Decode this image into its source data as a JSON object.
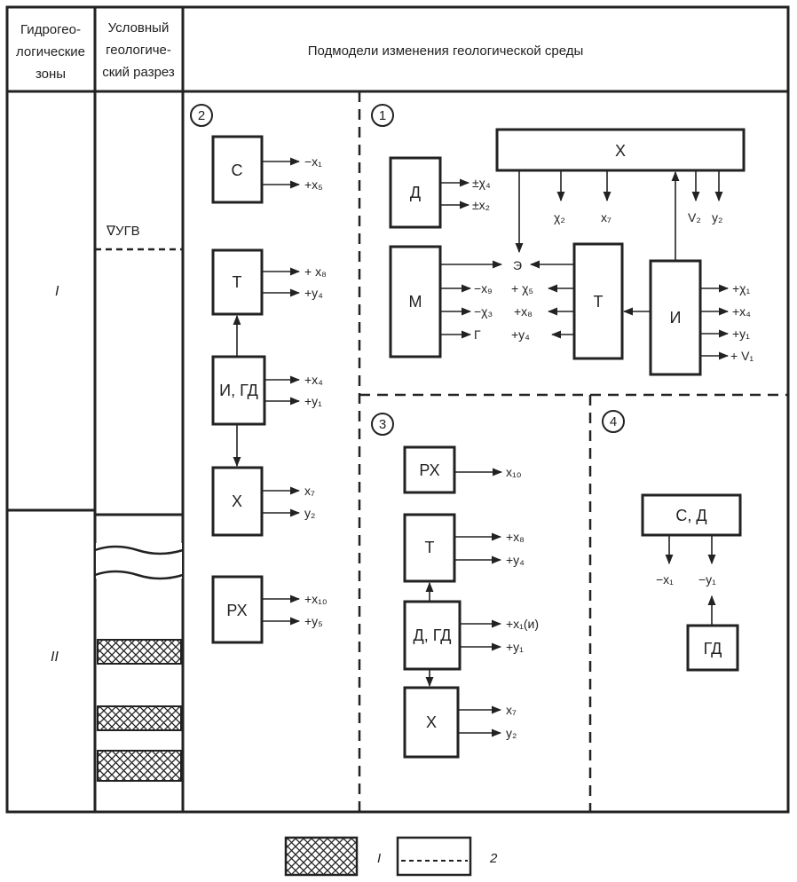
{
  "header": {
    "col1": [
      "Гидрогео-",
      "логические",
      "зоны"
    ],
    "col2": [
      "Условный",
      "геологиче-",
      "ский разрез"
    ],
    "col3": "Подмодели изменения геологической среды"
  },
  "zones": {
    "zone1": "I",
    "zone2": "II"
  },
  "section": {
    "water_table": "∇УГВ"
  },
  "submodels": {
    "sub2": {
      "number": "2",
      "blocks": [
        {
          "label": "С",
          "outputs": [
            "−x₁",
            "+x₅"
          ]
        },
        {
          "label": "Т",
          "outputs": [
            "+ x₈",
            "+y₄"
          ]
        },
        {
          "label": "И, ГД",
          "outputs": [
            "+x₄",
            "+y₁"
          ]
        },
        {
          "label": "Х",
          "outputs": [
            "x₇",
            "y₂"
          ]
        },
        {
          "label": "РХ",
          "outputs": [
            "+x₁₀",
            "+y₅"
          ]
        }
      ]
    },
    "sub1": {
      "number": "1",
      "blocks": {
        "top": "Х",
        "d": "Д",
        "m": "М",
        "t": "Т",
        "i": "И"
      },
      "d_outputs": [
        "±χ₄",
        "±x₂"
      ],
      "top_outputs": [
        "χ₂",
        "x₇",
        "V₂",
        "y₂"
      ],
      "m_outputs": [
        "Э",
        "−x₉",
        "−χ₃",
        "Г"
      ],
      "t_outputs": [
        "+ χ₅",
        "+x₈",
        "+y₄"
      ],
      "i_outputs": [
        "+χ₁",
        "+x₄",
        "+y₁",
        "+ V₁"
      ]
    },
    "sub3": {
      "number": "3",
      "blocks": [
        {
          "label": "РХ",
          "outputs": [
            "x₁₀"
          ]
        },
        {
          "label": "Т",
          "outputs": [
            "+x₈",
            "+y₄"
          ]
        },
        {
          "label": "Д, ГД",
          "outputs": [
            "+x₁(и)",
            "+y₁"
          ]
        },
        {
          "label": "Х",
          "outputs": [
            "x₇",
            "y₂"
          ]
        }
      ]
    },
    "sub4": {
      "number": "4",
      "blocks": {
        "top": "С, Д",
        "bottom": "ГД"
      },
      "outputs": [
        "−x₁",
        "−y₁"
      ]
    }
  },
  "legend": {
    "item1": "I",
    "item2": "2"
  }
}
